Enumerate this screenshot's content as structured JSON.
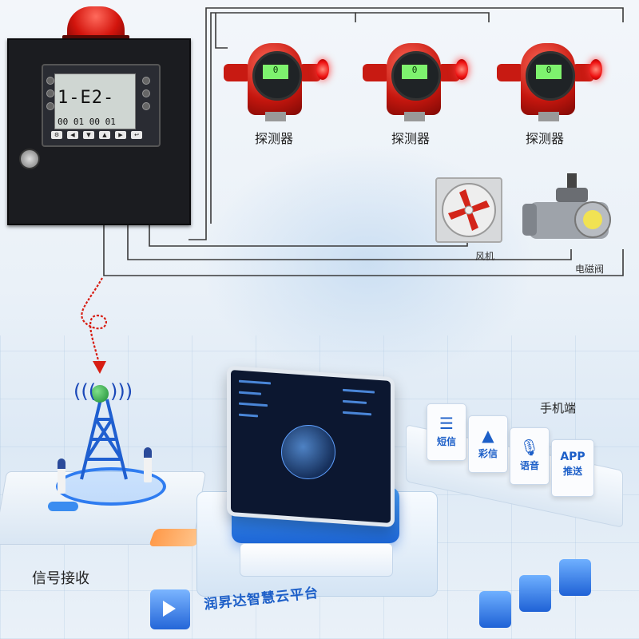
{
  "control_panel": {
    "lcd_main": "1-E2-",
    "lcd_row": "00 01 00 01"
  },
  "detectors": [
    {
      "label": "探测器",
      "reading": "0"
    },
    {
      "label": "探测器",
      "reading": "0"
    },
    {
      "label": "探测器",
      "reading": "0"
    }
  ],
  "actuators": {
    "fan_label": "风机",
    "valve_label": "电磁阀"
  },
  "signal": {
    "label": "信号接收"
  },
  "platform": {
    "title": "润昇达智慧云平台"
  },
  "mobile": {
    "label": "手机端",
    "cards": [
      {
        "icon": "message-lines-icon",
        "label": "短信"
      },
      {
        "icon": "mountain-image-icon",
        "label": "彩信"
      },
      {
        "icon": "microphone-icon",
        "label": "语音"
      },
      {
        "icon": "app-push-icon",
        "title": "APP",
        "label": "推送"
      }
    ]
  },
  "colors": {
    "accent_blue": "#1d5fc8",
    "alarm_red": "#d3150d",
    "wire": "#3a3a3a"
  }
}
